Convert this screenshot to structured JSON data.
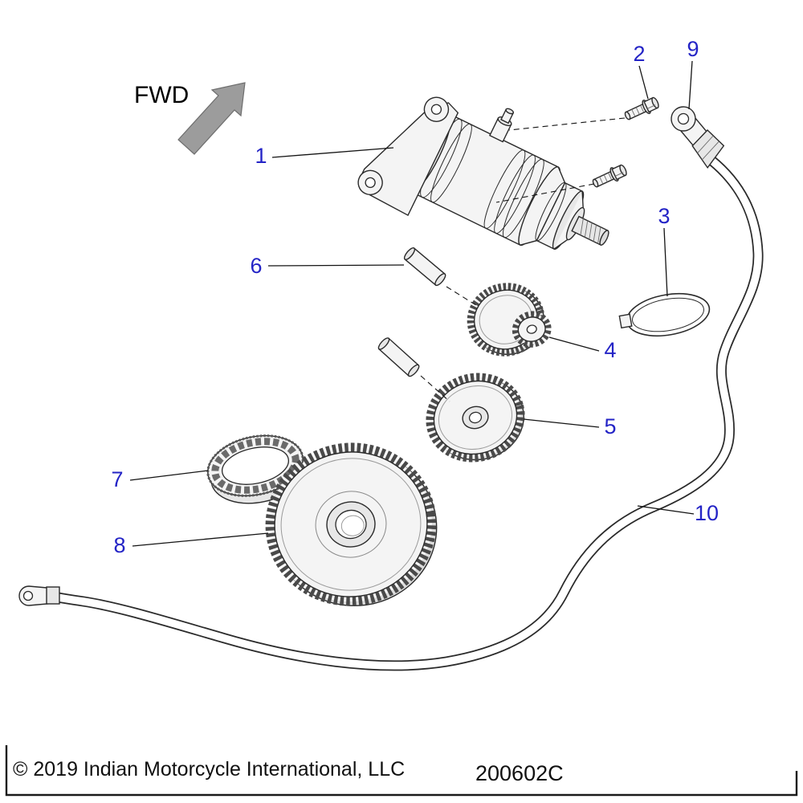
{
  "diagram": {
    "fwd_label": "FWD",
    "callouts": {
      "n1": "1",
      "n2": "2",
      "n3": "3",
      "n4": "4",
      "n5": "5",
      "n6": "6",
      "n7": "7",
      "n8": "8",
      "n9": "9",
      "n10": "10"
    }
  },
  "footer": {
    "copyright": "© 2019 Indian Motorcycle International, LLC",
    "code": "200602C"
  },
  "colors": {
    "callout": "#2424c6",
    "line_art": "#2a2a2a",
    "arrow_fill": "#9c9c9c"
  }
}
